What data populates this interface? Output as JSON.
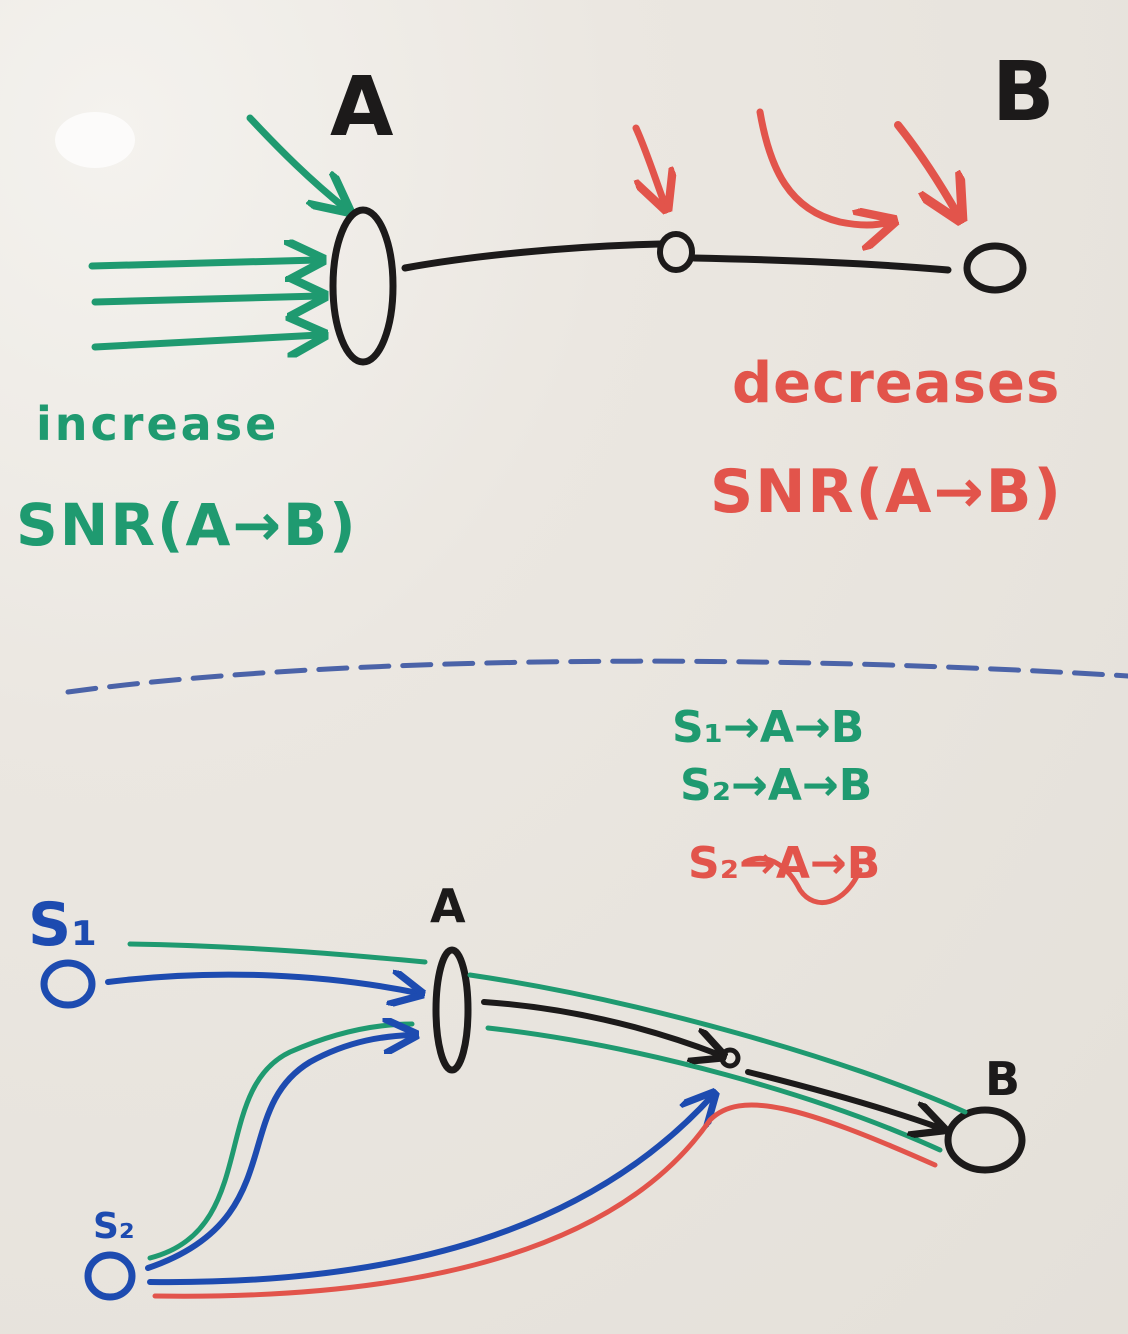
{
  "top": {
    "node_a_label": "A",
    "node_b_label": "B",
    "left_note": {
      "line1": "increase",
      "line2": "SNR(A→B)"
    },
    "right_note": {
      "line1": "decreases",
      "line2": "SNR(A→B)"
    }
  },
  "legend": {
    "line1": "S₁→A→B",
    "line2": "S₂→A→B",
    "line3": "S₂→A→B"
  },
  "bottom": {
    "node_a_label": "A",
    "node_b_label": "B",
    "source1_label": "S₁",
    "source2_label": "S₂"
  },
  "colors": {
    "green": "#1f9a70",
    "red": "#e2544b",
    "black": "#1c1a1a",
    "blue": "#1d4bb0",
    "divider": "#4b63a8"
  }
}
